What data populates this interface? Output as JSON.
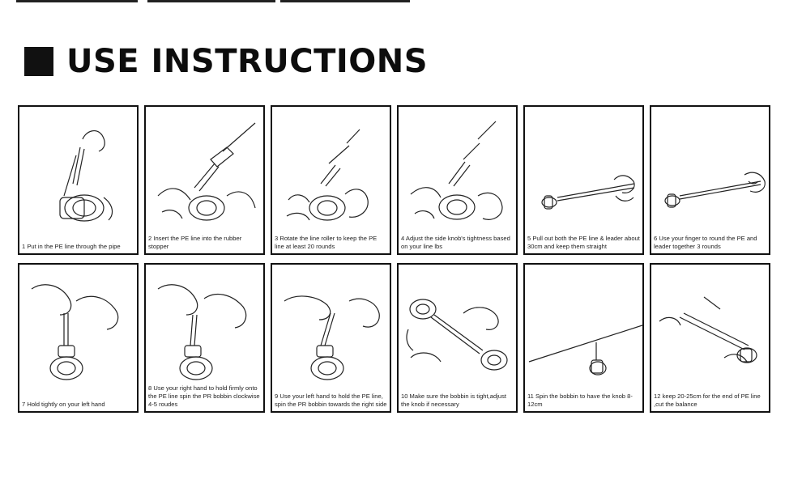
{
  "title": "USE INSTRUCTIONS",
  "steps": [
    {
      "caption": "1 Put in the PE line through the pipe"
    },
    {
      "caption": "2 Insert the PE line into the rubber stopper"
    },
    {
      "caption": "3 Rotate the line roller to keep the PE line at least 20 rounds"
    },
    {
      "caption": "4 Adjust the side knob's tightness based on your line lbs"
    },
    {
      "caption": "5 Pull out both the PE line & leader about 30cm and keep them straight"
    },
    {
      "caption": "6 Use your finger to round the PE and leader together 3 rounds"
    },
    {
      "caption": "7 Hold tightly on your left hand"
    },
    {
      "caption": "8 Use your right hand to hold firmly onto the PE line spin the PR bobbin clockwise 4-5 roudes"
    },
    {
      "caption": "9 Use your left hand to hold the PE line, spin the PR bobbin towards the right side"
    },
    {
      "caption": "10 Make sure the bobbin is tight,adjust the knob if necessary"
    },
    {
      "caption": "11 Spin the bobbin to have the knob 8-12cm"
    },
    {
      "caption": "12 keep 20-25cm for the end of PE line ,cut the balance"
    }
  ]
}
